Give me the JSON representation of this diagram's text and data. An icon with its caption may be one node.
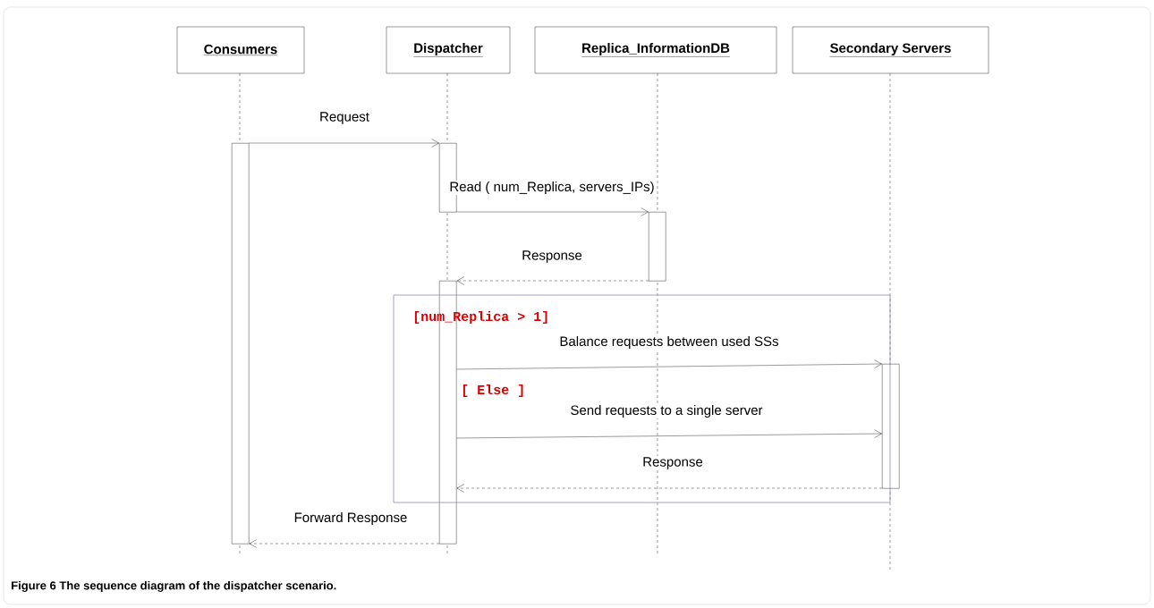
{
  "diagram": {
    "caption": "Figure 6 The sequence diagram of the dispatcher scenario.",
    "nodes": [
      {
        "text": [
          "Consumers"
        ]
      },
      {
        "text": [
          "Dispatcher"
        ]
      },
      {
        "text": [
          "Replica_InformationDB"
        ]
      },
      {
        "text": [
          "Secondary Servers"
        ]
      },
      {
        "text": [],
        "shape": "bar"
      },
      {
        "text": [],
        "shape": "bar"
      },
      {
        "text": [],
        "shape": "bar"
      },
      {
        "text": [],
        "shape": "bar"
      },
      {
        "text": [],
        "shape": "bar"
      }
    ],
    "labels": [
      "[num_Replica > 1]",
      "[ Else ]"
    ],
    "edges": [
      {
        "from": 4,
        "to": 5,
        "arrow": "to",
        "label": "Request"
      },
      {
        "from": 5,
        "to": 6,
        "arrow": "to",
        "label": "Read ( num_Replica, servers_IPs)"
      },
      {
        "from": 6,
        "to": 7,
        "arrow": "to",
        "label": "Response",
        "style": "dashed"
      },
      {
        "from": 7,
        "to": 8,
        "arrow": "to",
        "label": "Balance requests between used SSs"
      },
      {
        "from": 7,
        "to": 8,
        "arrow": "to",
        "label": "Send requests to a single server"
      },
      {
        "from": 8,
        "to": 7,
        "arrow": "to",
        "label": "Response",
        "style": "dashed"
      },
      {
        "from": 7,
        "to": 4,
        "arrow": "to",
        "label": "Forward Response",
        "style": "dashed"
      }
    ]
  }
}
